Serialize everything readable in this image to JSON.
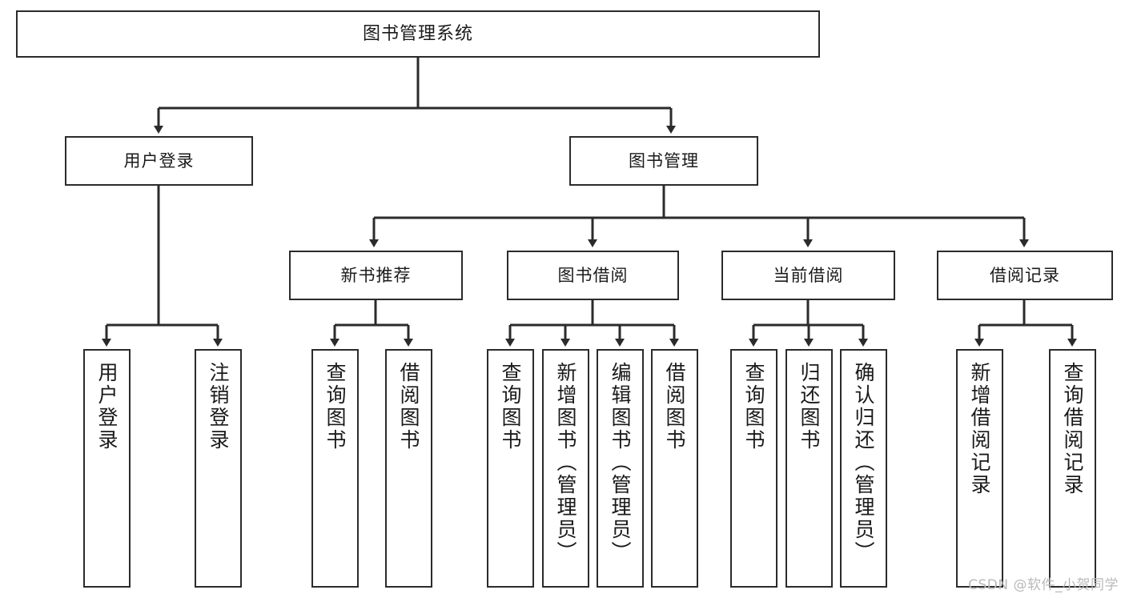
{
  "diagram": {
    "type": "tree-hierarchy-diagram",
    "title": "图书管理系统",
    "watermark": "CSDN @软件_小贺同学",
    "colors": {
      "box_border": "#2b2b2b",
      "box_fill": "#ffffff",
      "connector": "#2b2b2b",
      "text": "#1a1a1a",
      "watermark": "#b9b9b9",
      "background": "#ffffff"
    },
    "nodes": {
      "root": {
        "label": "图书管理系统"
      },
      "level2": [
        {
          "label": "用户登录"
        },
        {
          "label": "图书管理"
        }
      ],
      "level3": [
        {
          "label": "新书推荐"
        },
        {
          "label": "图书借阅"
        },
        {
          "label": "当前借阅"
        },
        {
          "label": "借阅记录"
        }
      ],
      "leaves": {
        "user_login": [
          {
            "label": "用户登录"
          },
          {
            "label": "注销登录"
          }
        ],
        "new_book_recommend": [
          {
            "label": "查询图书"
          },
          {
            "label": "借阅图书"
          }
        ],
        "book_borrow": [
          {
            "label": "查询图书"
          },
          {
            "label": "新增图书（管理员）"
          },
          {
            "label": "编辑图书（管理员）"
          },
          {
            "label": "借阅图书"
          }
        ],
        "current_borrow": [
          {
            "label": "查询图书"
          },
          {
            "label": "归还图书"
          },
          {
            "label": "确认归还（管理员）"
          }
        ],
        "borrow_record": [
          {
            "label": "新增借阅记录"
          },
          {
            "label": "查询借阅记录"
          }
        ]
      }
    }
  }
}
